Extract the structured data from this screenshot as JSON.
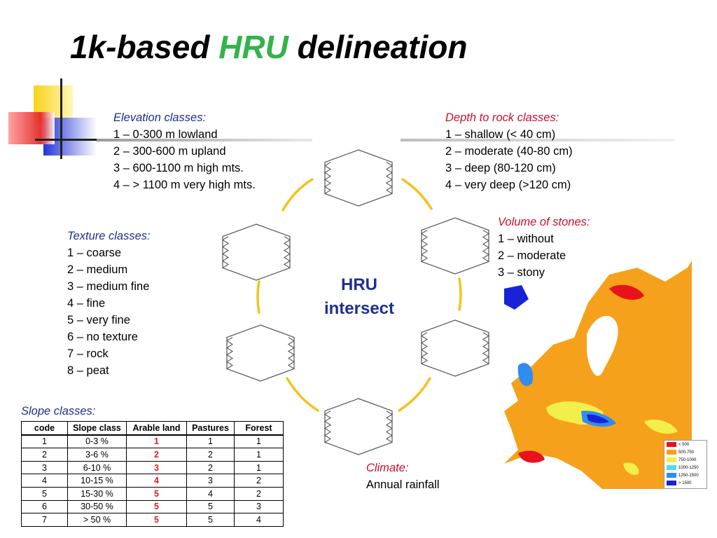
{
  "title": {
    "prefix": "1k-based ",
    "accent": "HRU",
    "suffix": " delineation"
  },
  "colors": {
    "accent": "#33b34a",
    "header_blue": "#1f2f8f",
    "header_red": "#c8102e",
    "ring": "#f5c21b"
  },
  "elevation": {
    "header": "Elevation classes:",
    "items": [
      "1 – 0-300 m lowland",
      "2 – 300-600 m upland",
      "3 – 600-1100 m high mts.",
      "4 – > 1100 m very high mts."
    ]
  },
  "depth": {
    "header": "Depth to rock classes:",
    "items": [
      "1 – shallow (< 40 cm)",
      "2 – moderate (40-80 cm)",
      "3 – deep (80-120 cm)",
      "4 – very deep (>120 cm)"
    ]
  },
  "stones": {
    "header": "Volume of stones:",
    "items": [
      "1 – without",
      "2 – moderate",
      "3 – stony"
    ]
  },
  "texture": {
    "header": "Texture classes:",
    "items": [
      "1 – coarse",
      "2 – medium",
      "3 – medium fine",
      "4 – fine",
      "5 – very fine",
      "6 – no texture",
      "7 – rock",
      "8 – peat"
    ]
  },
  "hru": {
    "line1": "HRU",
    "line2": "intersect"
  },
  "climate": {
    "header": "Climate:",
    "item": "Annual rainfall"
  },
  "slope": {
    "header": "Slope classes:",
    "columns": [
      "code",
      "Slope class",
      "Arable land",
      "Pastures",
      "Forest"
    ],
    "rows": [
      [
        "1",
        "0-3 %",
        "1",
        "1",
        "1"
      ],
      [
        "2",
        "3-6 %",
        "2",
        "2",
        "1"
      ],
      [
        "3",
        "6-10 %",
        "3",
        "2",
        "1"
      ],
      [
        "4",
        "10-15 %",
        "4",
        "3",
        "2"
      ],
      [
        "5",
        "15-30 %",
        "5",
        "4",
        "2"
      ],
      [
        "6",
        "30-50 %",
        "5",
        "5",
        "3"
      ],
      [
        "7",
        "> 50 %",
        "5",
        "5",
        "4"
      ]
    ]
  },
  "map_legend": [
    {
      "label": "< 500",
      "color": "#e8121a"
    },
    {
      "label": "500-750",
      "color": "#f7a11a"
    },
    {
      "label": "750-1000",
      "color": "#f3ef4a"
    },
    {
      "label": "1000-1250",
      "color": "#4fdfe7"
    },
    {
      "label": "1250-1500",
      "color": "#2f8cf2"
    },
    {
      "label": "> 1500",
      "color": "#1a22d8"
    }
  ]
}
